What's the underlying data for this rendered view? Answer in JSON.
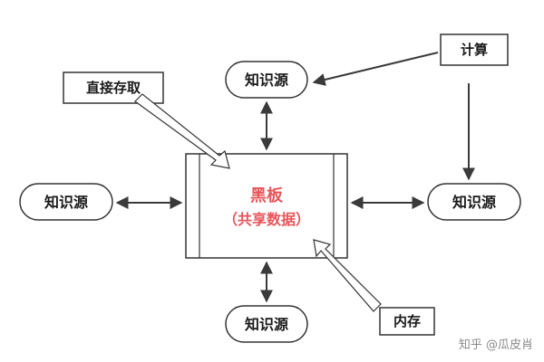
{
  "blackboard": {
    "title": "黑板",
    "subtitle": "（共享数据）",
    "text_color": "#e8555a"
  },
  "knowledge_sources": {
    "top": "知识源",
    "left": "知识源",
    "right": "知识源",
    "bottom": "知识源"
  },
  "labels": {
    "direct_access": "直接存取",
    "compute": "计算",
    "memory": "内存"
  },
  "watermark": "知乎 @瓜皮肖"
}
